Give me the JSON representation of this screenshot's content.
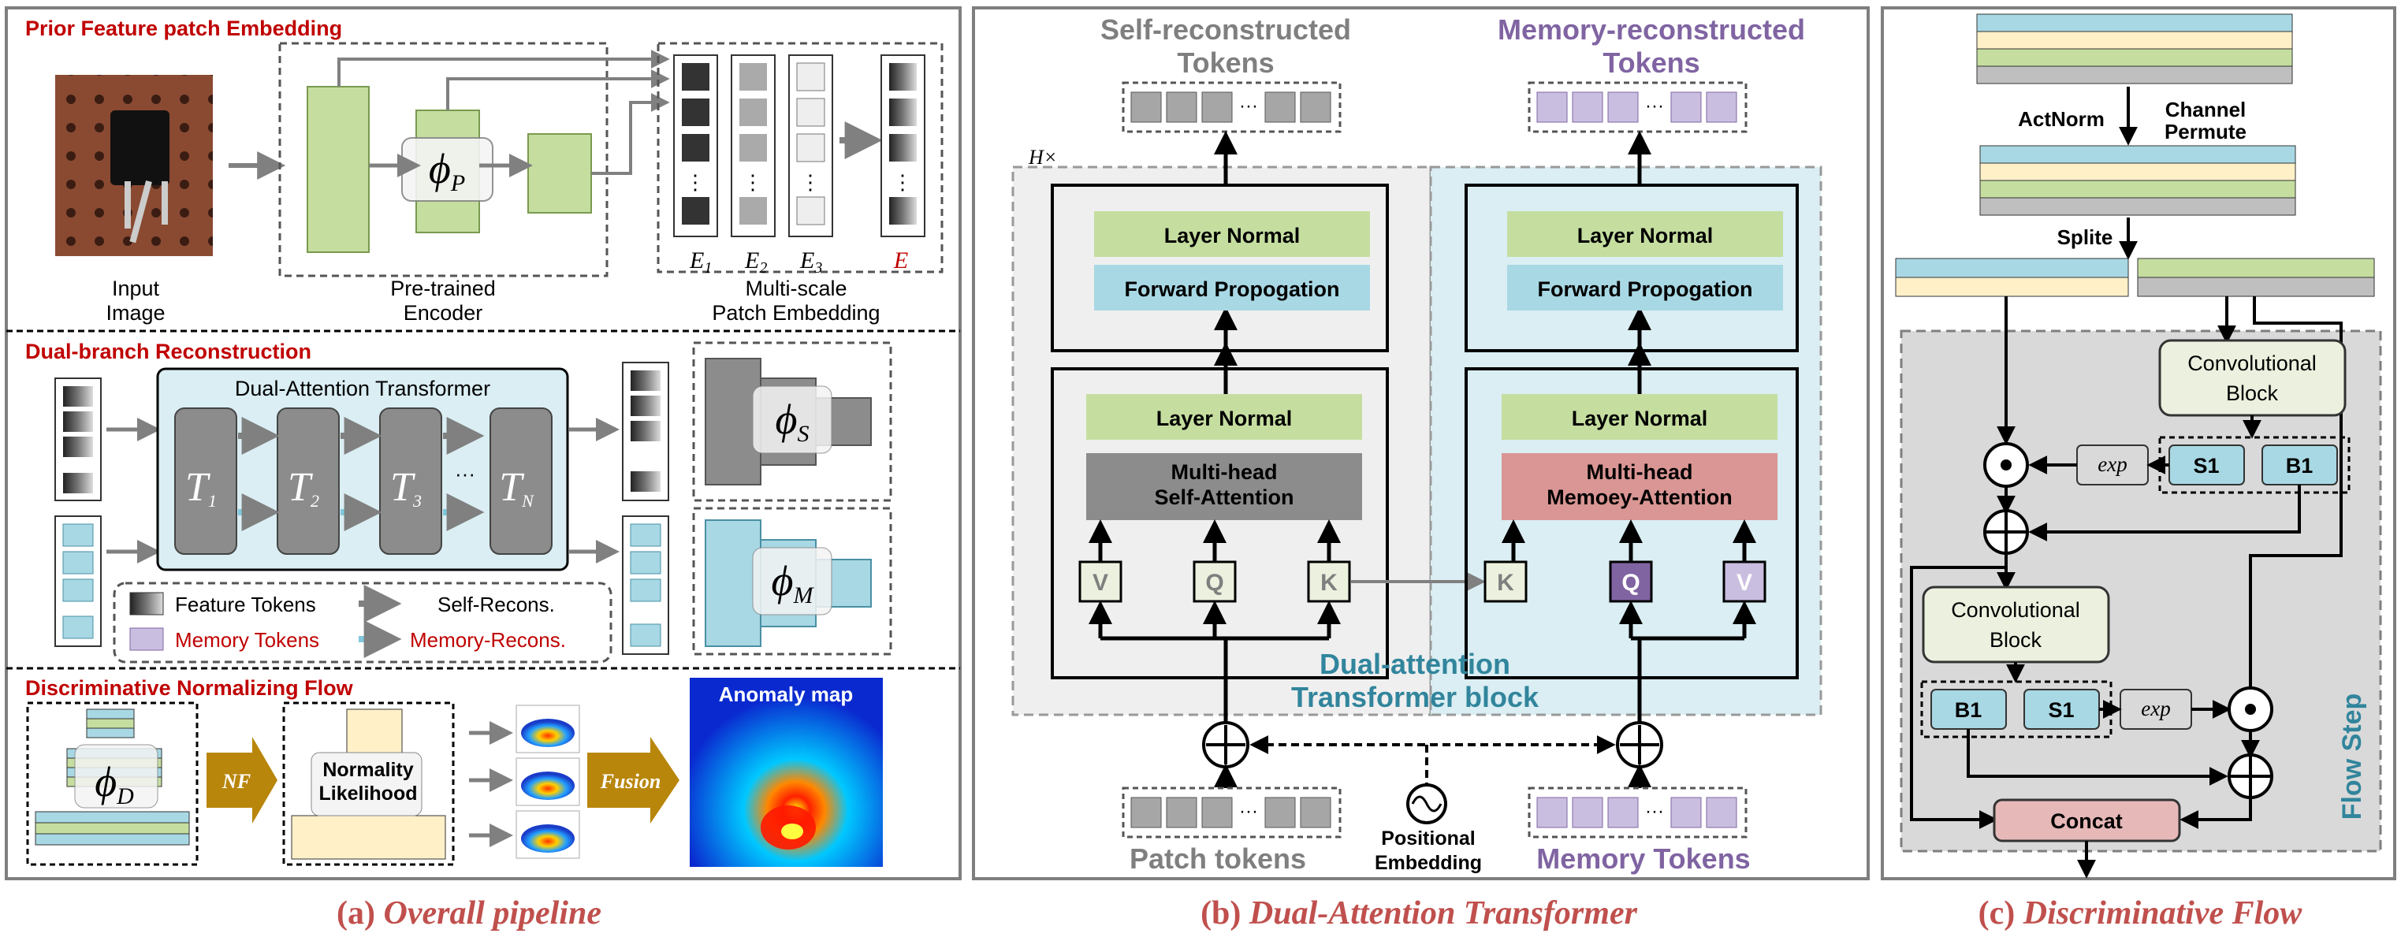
{
  "panel_a": {
    "caption_letter": "(a)",
    "caption_title": "Overall pipeline",
    "section1": {
      "title": "Prior Feature patch Embedding",
      "input_label_1": "Input",
      "input_label_2": "Image",
      "encoder_label_1": "Pre-trained",
      "encoder_label_2": "Encoder",
      "encoder_symbol": "ϕ",
      "encoder_sub": "P",
      "e1": "E",
      "e1_sub": "1",
      "e2": "E",
      "e2_sub": "2",
      "e3": "E",
      "e3_sub": "3",
      "e": "E",
      "multiscale_1": "Multi-scale",
      "multiscale_2": "Patch Embedding"
    },
    "section2": {
      "title": "Dual-branch Reconstruction",
      "transformer_title": "Dual-Attention Transformer",
      "t1": "T",
      "t1_sub": "1",
      "t2": "T",
      "t2_sub": "2",
      "t3": "T",
      "t3_sub": "3",
      "tn": "T",
      "tn_sub": "N",
      "dots": "···",
      "phi_s": "ϕ",
      "phi_s_sub": "S",
      "phi_m": "ϕ",
      "phi_m_sub": "M",
      "legend_feature_tokens": "Feature Tokens",
      "legend_self_recons": "Self-Recons.",
      "legend_memory_tokens": "Memory Tokens",
      "legend_memory_recons": "Memory-Recons."
    },
    "section3": {
      "title": "Discriminative Normalizing Flow",
      "phi_d": "ϕ",
      "phi_d_sub": "D",
      "nf": "NF",
      "normality_1": "Normality",
      "normality_2": "Likelihood",
      "fusion": "Fusion",
      "anomaly_map": "Anomaly map"
    }
  },
  "panel_b": {
    "caption_letter": "(b)",
    "caption_title": "Dual-Attention Transformer",
    "self_recon_1": "Self-reconstructed",
    "self_recon_2": "Tokens",
    "memory_recon_1": "Memory-reconstructed",
    "memory_recon_2": "Tokens",
    "h_times": "H×",
    "layer_normal_1": "Layer Normal",
    "forward_1": "Forward Propogation",
    "layer_normal_2": "Layer Normal",
    "mha_self_1": "Multi-head",
    "mha_self_2": "Self-Attention",
    "v_left": "V",
    "q_left": "Q",
    "k_left": "K",
    "layer_normal_3": "Layer Normal",
    "forward_2": "Forward Propogation",
    "layer_normal_4": "Layer Normal",
    "mha_mem_1": "Multi-head",
    "mha_mem_2": "Memoey-Attention",
    "k_right": "K",
    "q_right": "Q",
    "v_right": "V",
    "block_label_1": "Dual-attention",
    "block_label_2": "Transformer block",
    "patch_tokens": "Patch tokens",
    "positional_1": "Positional",
    "positional_2": "Embedding",
    "memory_tokens": "Memory Tokens",
    "dots": "···"
  },
  "panel_c": {
    "caption_letter": "(c)",
    "caption_title": "Discriminative Flow",
    "actnorm": "ActNorm",
    "channel_1": "Channel",
    "channel_2": "Permute",
    "splite": "Splite",
    "conv_1a": "Convolutional",
    "conv_1b": "Block",
    "exp_1": "exp",
    "s1_top": "S1",
    "b1_top": "B1",
    "conv_2a": "Convolutional",
    "conv_2b": "Block",
    "b1_bottom": "B1",
    "s1_bottom": "S1",
    "exp_2": "exp",
    "concat": "Concat",
    "flow_step": "Flow Step"
  },
  "colors": {
    "red_title": "#c00000",
    "caption": "#c0504d",
    "green": "#c5dea0",
    "blue": "#a8d8e4",
    "gray_block": "#8c8c8c",
    "rose": "#d99694",
    "purple": "#c9bedf",
    "cream": "#fff0c8",
    "teal_text": "#31859c",
    "purple_text": "#8064a2"
  }
}
